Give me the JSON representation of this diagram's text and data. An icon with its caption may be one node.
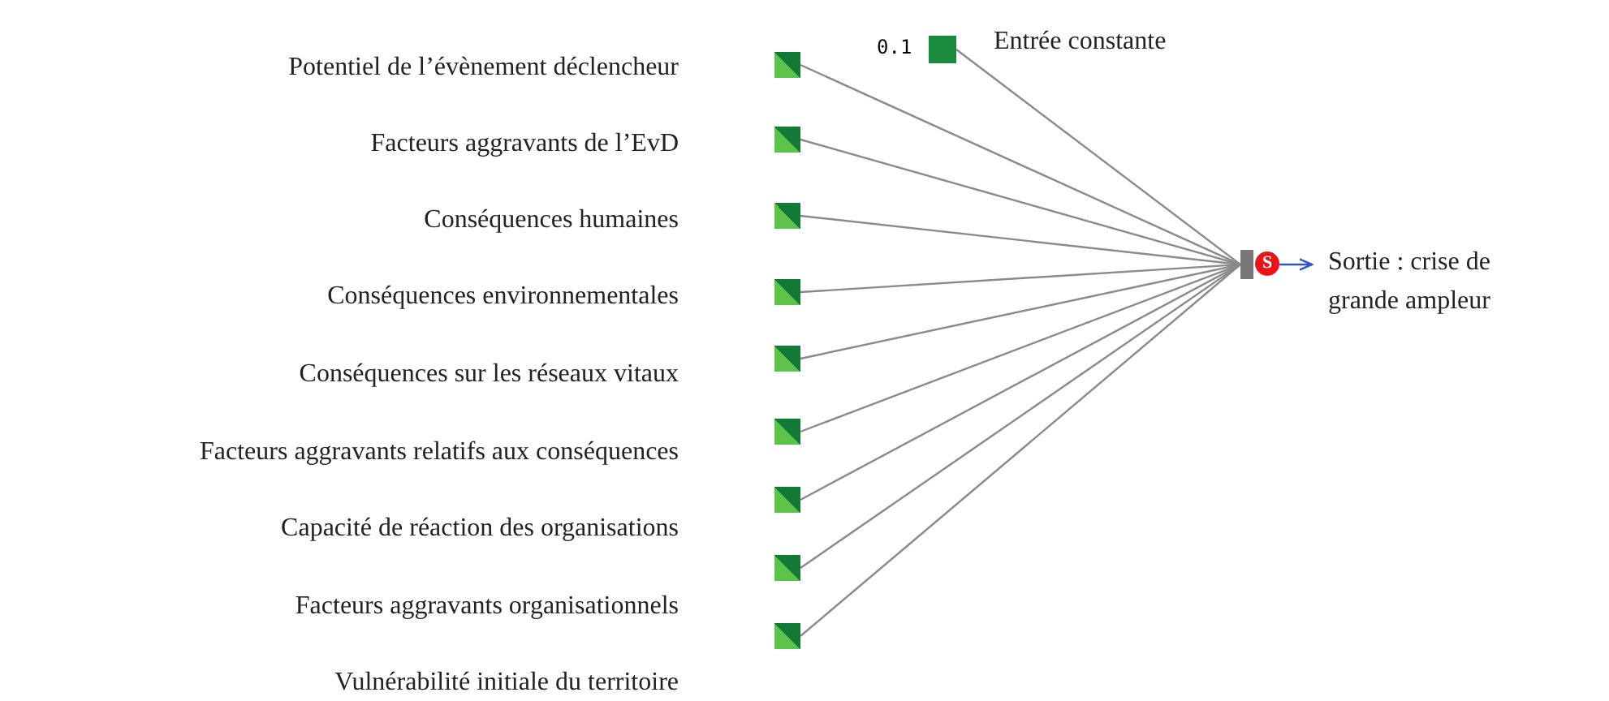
{
  "diagram": {
    "nodes": [
      {
        "text": [],
        "shape": "box",
        "beside": [
          "0.1"
        ]
      },
      {
        "text": [],
        "shape": "box"
      },
      {
        "text": [],
        "shape": "box"
      },
      {
        "text": [],
        "shape": "box"
      },
      {
        "text": [],
        "shape": "box"
      },
      {
        "text": [],
        "shape": "box"
      },
      {
        "text": [],
        "shape": "box"
      },
      {
        "text": [],
        "shape": "box"
      },
      {
        "text": [],
        "shape": "box"
      },
      {
        "text": [],
        "shape": "box"
      },
      {
        "text": [
          "S"
        ]
      },
      {
        "text": [
          "Sortie : crise de grande ampleur"
        ]
      }
    ],
    "edges": [
      {
        "from": 0,
        "to": 10,
        "arrow": "none"
      },
      {
        "from": 1,
        "to": 10,
        "arrow": "none"
      },
      {
        "from": 2,
        "to": 10,
        "arrow": "none"
      },
      {
        "from": 3,
        "to": 10,
        "arrow": "none"
      },
      {
        "from": 4,
        "to": 10,
        "arrow": "none"
      },
      {
        "from": 5,
        "to": 10,
        "arrow": "none"
      },
      {
        "from": 6,
        "to": 10,
        "arrow": "none"
      },
      {
        "from": 7,
        "to": 10,
        "arrow": "none"
      },
      {
        "from": 8,
        "to": 10,
        "arrow": "none"
      },
      {
        "from": 9,
        "to": 10,
        "arrow": "none"
      },
      {
        "from": 10,
        "to": 11,
        "arrow": "to",
        "color": "#3355cc"
      }
    ],
    "labels": [
      "Entrée constante",
      "Potentiel de l’évènement déclencheur",
      "Facteurs aggravants de l’EvD",
      "Conséquences humaines",
      "Conséquences environnementales",
      "Conséquences sur les réseaux vitaux",
      "Facteurs aggravants relatifs aux conséquences",
      "Capacité de réaction des organisations",
      "Facteurs aggravants organisationnels",
      "Vulnérabilité initiale du territoire"
    ]
  }
}
